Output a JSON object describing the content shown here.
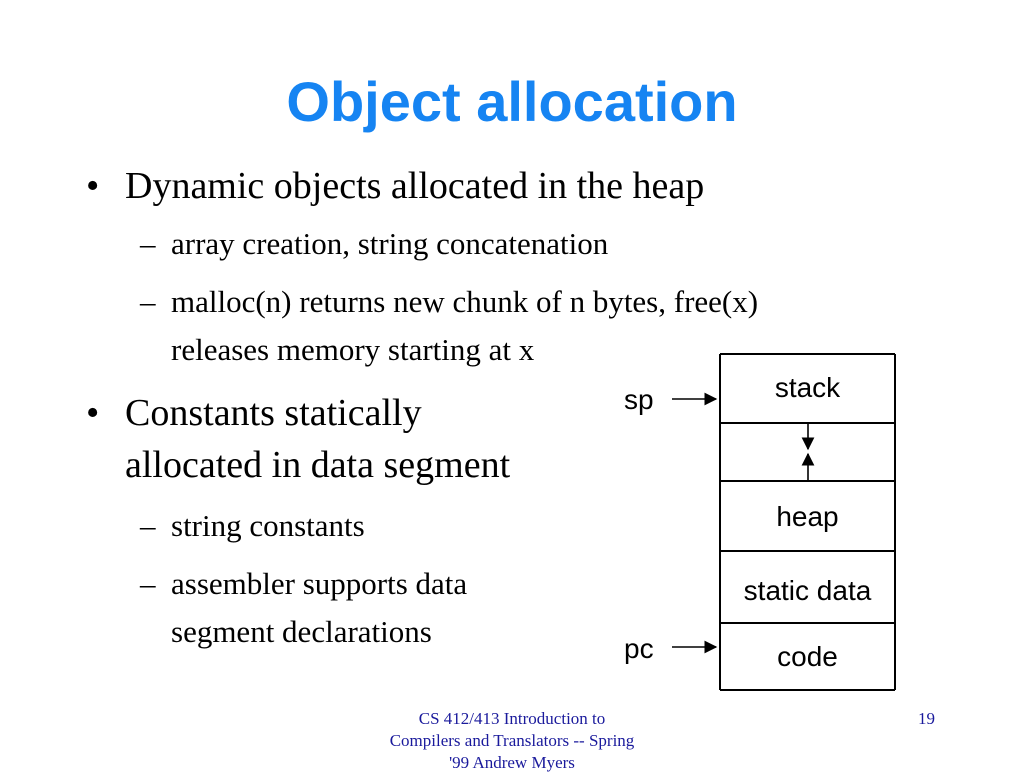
{
  "colors": {
    "title": "#1684f2",
    "footer": "#1a1a9c",
    "text": "#000000"
  },
  "slide": {
    "title": "Object allocation",
    "bullets": [
      {
        "marker": "•",
        "lines": [
          "Dynamic objects allocated in the heap"
        ],
        "subs": [
          {
            "marker": "–",
            "lines": [
              "array creation, string concatenation"
            ]
          },
          {
            "marker": "–",
            "lines": [
              "malloc(n) returns new chunk of n bytes, free(x)",
              "releases memory starting at x"
            ]
          }
        ]
      },
      {
        "marker": "•",
        "lines": [
          "Constants statically",
          "allocated in data segment"
        ],
        "subs": [
          {
            "marker": "–",
            "lines": [
              "string constants"
            ]
          },
          {
            "marker": "–",
            "lines": [
              "assembler supports data",
              "segment declarations"
            ]
          }
        ]
      }
    ]
  },
  "diagram": {
    "segments": [
      "stack",
      "heap",
      "static data",
      "code"
    ],
    "pointers": [
      "sp",
      "pc"
    ]
  },
  "footer": {
    "lines": [
      "CS 412/413 Introduction to",
      "Compilers and Translators -- Spring",
      "'99    Andrew Myers"
    ],
    "page": "19"
  }
}
